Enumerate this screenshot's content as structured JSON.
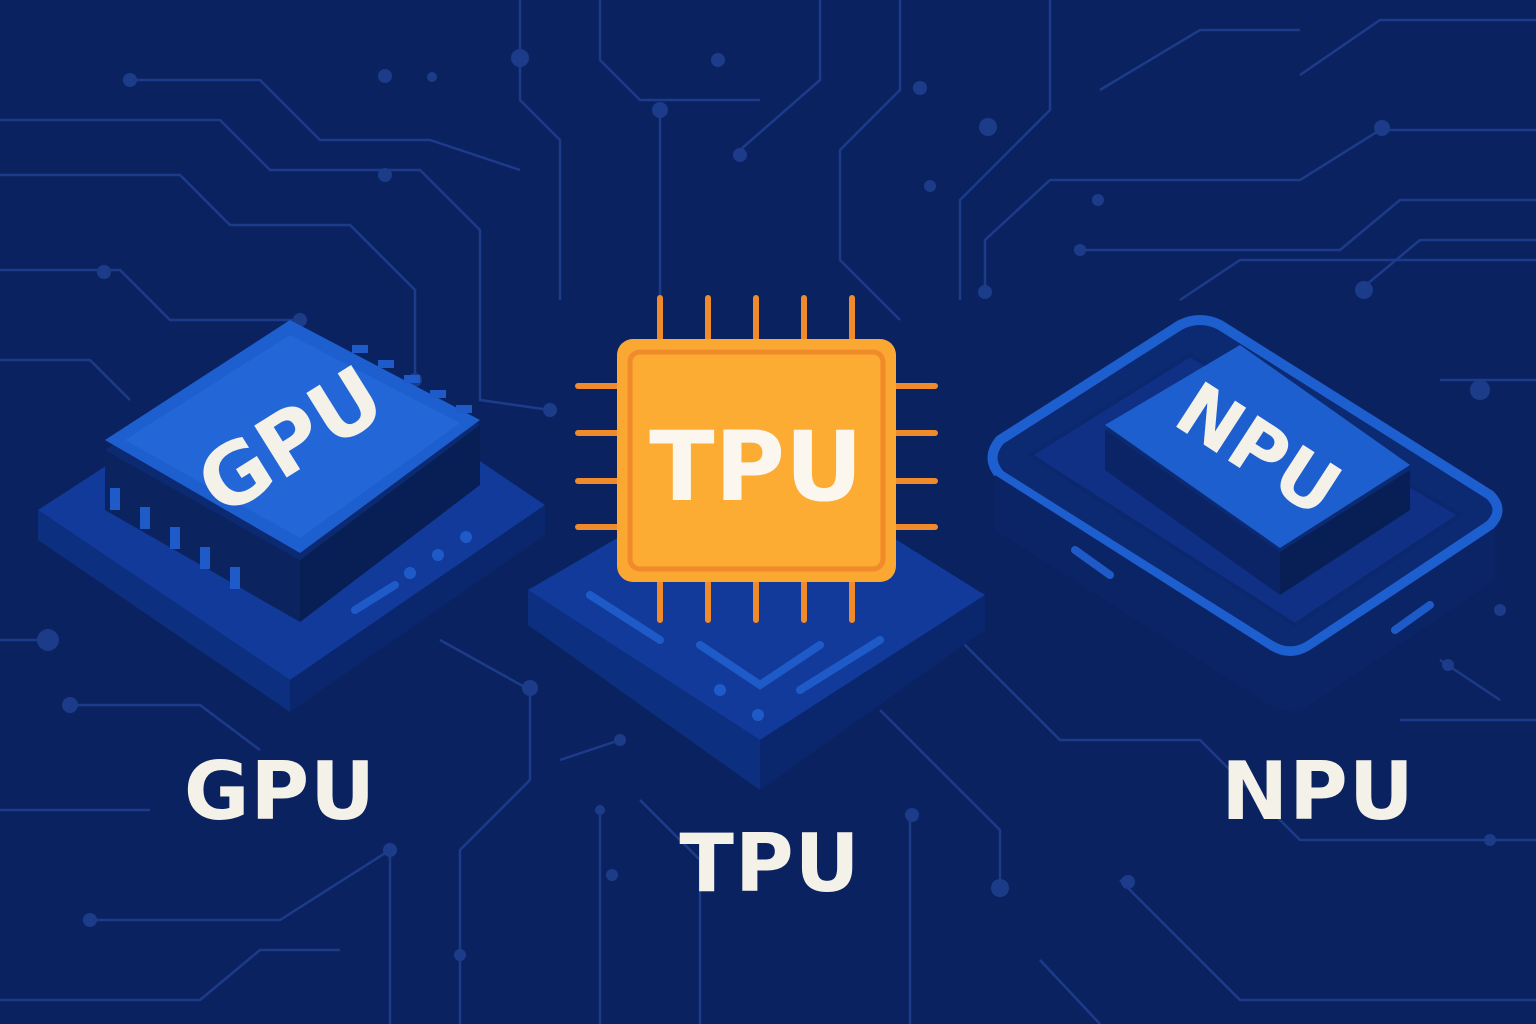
{
  "chips": [
    {
      "id": "gpu",
      "chip_label": "GPU",
      "caption": "GPU",
      "color": "#1e5fd0"
    },
    {
      "id": "tpu",
      "chip_label": "TPU",
      "caption": "TPU",
      "color": "#fba832"
    },
    {
      "id": "npu",
      "chip_label": "NPU",
      "caption": "NPU",
      "color": "#1e5fd0"
    }
  ],
  "colors": {
    "background": "#0b2260",
    "circuit": "#1c3c8a",
    "text": "#f4f1e8"
  }
}
